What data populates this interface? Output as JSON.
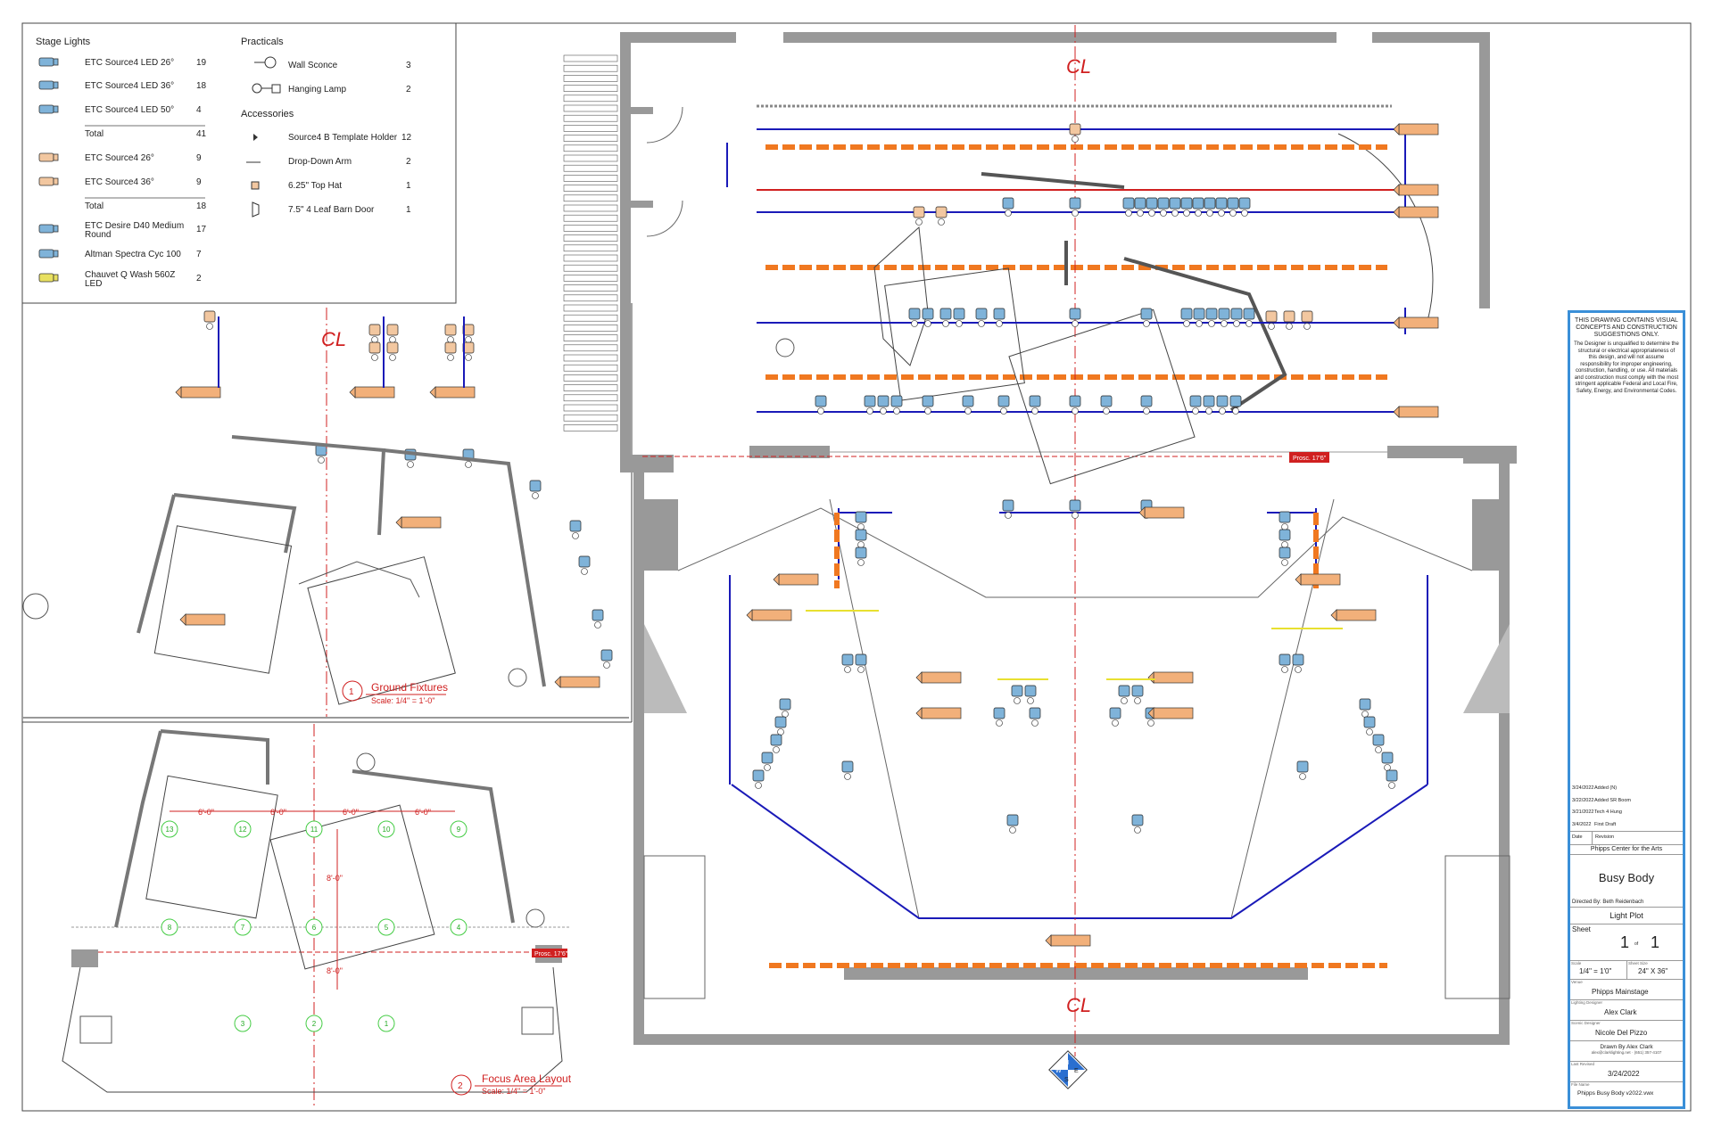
{
  "legend": {
    "stage_lights_header": "Stage Lights",
    "practicals_header": "Practicals",
    "accessories_header": "Accessories",
    "stage_lights": [
      {
        "name": "ETC Source4 LED 26°",
        "qty": "19",
        "color": "#7fb3d9"
      },
      {
        "name": "ETC Source4 LED 36°",
        "qty": "18",
        "color": "#7fb3d9"
      },
      {
        "name": "ETC Source4 LED 50°",
        "qty": "4",
        "color": "#7fb3d9"
      },
      {
        "name": "Total",
        "qty": "41",
        "total": true
      },
      {
        "name": "ETC Source4 26°",
        "qty": "9",
        "color": "#f2c7a0"
      },
      {
        "name": "ETC Source4 36°",
        "qty": "9",
        "color": "#f2c7a0"
      },
      {
        "name": "Total",
        "qty": "18",
        "total": true
      },
      {
        "name": "ETC Desire D40 Medium Round",
        "qty": "17",
        "color": "#7fb3d9"
      },
      {
        "name": "Altman Spectra Cyc 100",
        "qty": "7",
        "color": "#7fb3d9"
      },
      {
        "name": "Chauvet Q Wash 560Z LED",
        "qty": "2",
        "color": "#e8e060"
      }
    ],
    "practicals": [
      {
        "name": "Wall Sconce",
        "qty": "3"
      },
      {
        "name": "Hanging Lamp",
        "qty": "2"
      }
    ],
    "accessories": [
      {
        "name": "Source4 B Template Holder",
        "qty": "12"
      },
      {
        "name": "Drop-Down Arm",
        "qty": "2"
      },
      {
        "name": "6.25\" Top Hat",
        "qty": "1"
      },
      {
        "name": "7.5\" 4 Leaf Barn Door",
        "qty": "1"
      }
    ]
  },
  "drawings": {
    "ground_fixtures": {
      "number": "1",
      "title": "Ground Fixtures",
      "scale": "Scale: 1/4\" = 1'-0\""
    },
    "focus_layout": {
      "number": "2",
      "title": "Focus Area Layout",
      "scale": "Scale: 1/4\" = 1'-0\""
    },
    "centerline": "CL",
    "prosc_label": "Prosc. 17'6\"",
    "dims": [
      "6'-0\"",
      "6'-0\"",
      "6'-0\"",
      "6'-0\"",
      "8'-0\"",
      "8'-0\""
    ],
    "focus_areas": [
      "13",
      "12",
      "11",
      "10",
      "9",
      "8",
      "7",
      "6",
      "5",
      "4",
      "3",
      "2",
      "1"
    ],
    "compass": [
      "N",
      "E",
      "S",
      "W"
    ]
  },
  "title_block": {
    "disclaimer": "THIS DRAWING CONTAINS VISUAL CONCEPTS AND CONSTRUCTION SUGGESTIONS ONLY.",
    "disclaimer_body": "The Designer is unqualified to determine the structural or electrical appropriateness of this design, and will not assume responsibility for improper engineering, construction, handling, or use. All materials and construction must comply with the most stringent applicable Federal and Local Fire, Safety, Energy, and Environmental Codes.",
    "revisions": [
      {
        "date": "3/24/2022",
        "text": "Added (N)"
      },
      {
        "date": "3/22/2022",
        "text": "Added SR Boom"
      },
      {
        "date": "3/21/2022",
        "text": "Tech 4 Hung"
      },
      {
        "date": "3/4/2022",
        "text": "First Draft"
      }
    ],
    "rev_date_header": "Date",
    "rev_text_header": "Revision",
    "venue": "Phipps Center for the Arts",
    "show": "Busy Body",
    "director": "Directed By: Beth Reidenbach",
    "sheet_type": "Light Plot",
    "sheet_label": "Sheet",
    "sheet_num": "1",
    "sheet_of": "of",
    "sheet_total": "1",
    "scale_label": "Scale",
    "scale": "1/4\" = 1'0\"",
    "size_label": "Sheet Size",
    "size": "24\" X 36\"",
    "venue_label": "Venue",
    "venue_space": "Phipps Mainstage",
    "ld_label": "Lighting Designer",
    "ld": "Alex Clark",
    "sd_label": "Scenic Designer",
    "sd": "Nicole Del Pizzo",
    "drawn_by": "Drawn By Alex Clark",
    "contact": "alex@clarklighting.net · (651) 357-4107",
    "revised_label": "Last Revised",
    "revised": "3/24/2022",
    "file_label": "File Name",
    "file": "Phipps Busy Body v2022.vwx"
  },
  "colors": {
    "electric": "#1a1ab8",
    "pipe_red": "#d02020",
    "border_orange": "#f07820",
    "centerline": "#d02020",
    "wall": "#999999",
    "title_frame": "#3a8fd8",
    "led": "#7fb3d9",
    "conv": "#f2c7a0",
    "focus": "#44cc44"
  }
}
